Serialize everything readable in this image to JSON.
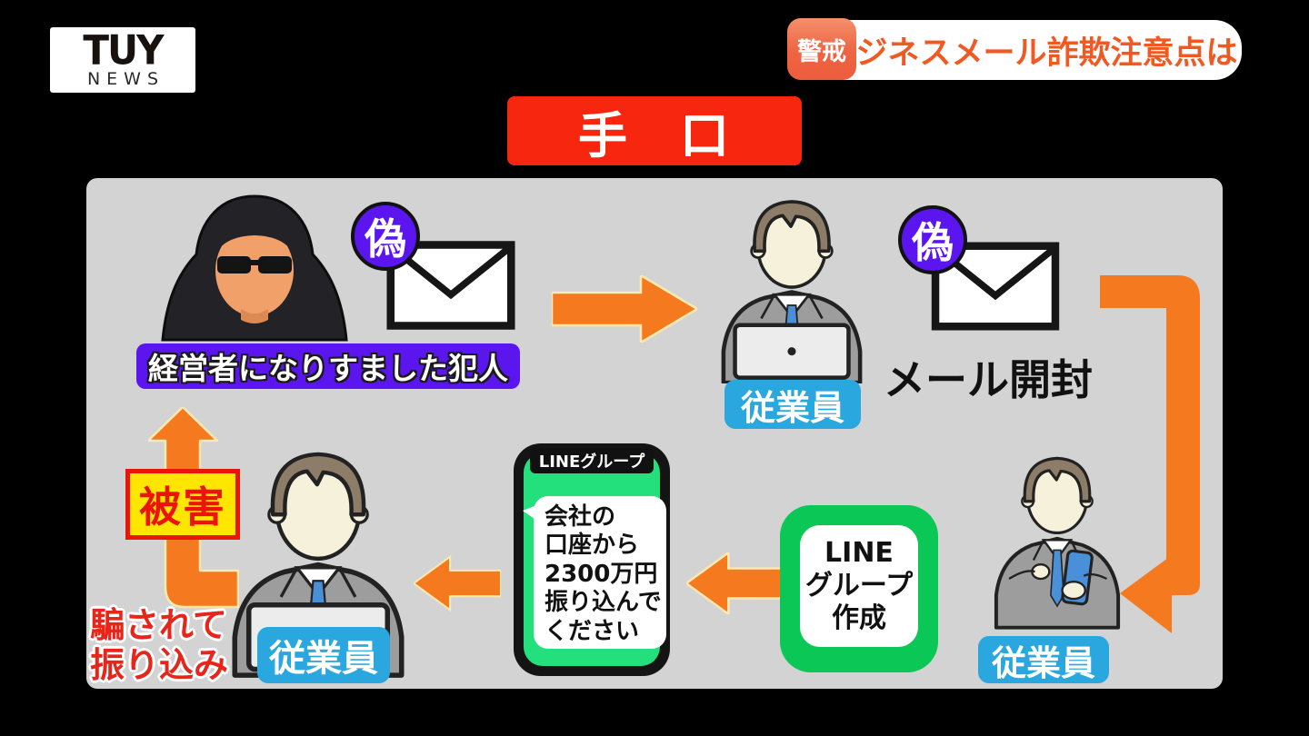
{
  "logo": {
    "title": "TUY",
    "subtitle": "NEWS"
  },
  "topbar": {
    "badge": "警戒",
    "headline": "ビジネスメール詐欺注意点は"
  },
  "heading": {
    "title": "手　口"
  },
  "diagram": {
    "criminal_label": "経営者になりすました犯人",
    "fake_badge": "偽",
    "employee_label": "従業員",
    "mail_open_label": "メール開封",
    "line_create": {
      "line1": "LINE",
      "line2": "グループ",
      "line3": "作成"
    },
    "line_chat": {
      "tab": "LINEグループ",
      "msg1": "会社の",
      "msg2": "口座から",
      "msg3": "2300万円",
      "msg4": "振り込んで",
      "msg5": "ください"
    },
    "damage_label": "被害",
    "deceived": {
      "line1": "騙されて",
      "line2": "振り込み"
    }
  },
  "icons": {
    "hacker": "hooded-hacker-icon",
    "envelope": "envelope-icon",
    "employee_laptop": "employee-at-laptop-icon",
    "employee_phone": "employee-with-phone-icon",
    "arrow": "orange-flow-arrow"
  },
  "colors": {
    "background": "#000000",
    "panel": "#d3d3d3",
    "arrow_orange": "#f5791e",
    "fake_purple": "#5b16f0",
    "employee_blue": "#29a7de",
    "line_green": "#0bc755",
    "chat_green": "#23e07c",
    "title_red": "#f6270e",
    "damage_yellow": "#ffe600",
    "damage_red": "#ea1408",
    "headline_orange": "#f05a22"
  }
}
